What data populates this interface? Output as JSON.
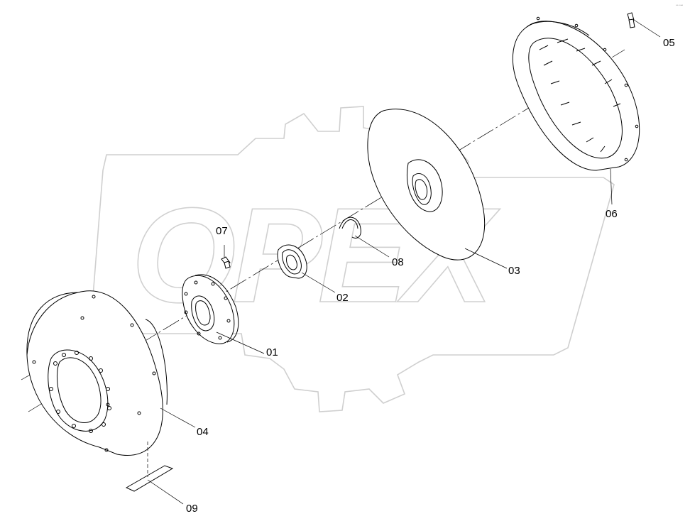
{
  "watermark": {
    "text": "OPEX"
  },
  "corner_mark": "▫▫ ▫▫▫",
  "callouts": [
    {
      "id": "01",
      "label": "01"
    },
    {
      "id": "02",
      "label": "02"
    },
    {
      "id": "03",
      "label": "03"
    },
    {
      "id": "04",
      "label": "04"
    },
    {
      "id": "05",
      "label": "05"
    },
    {
      "id": "06",
      "label": "06"
    },
    {
      "id": "07",
      "label": "07"
    },
    {
      "id": "08",
      "label": "08"
    },
    {
      "id": "09",
      "label": "09"
    }
  ]
}
